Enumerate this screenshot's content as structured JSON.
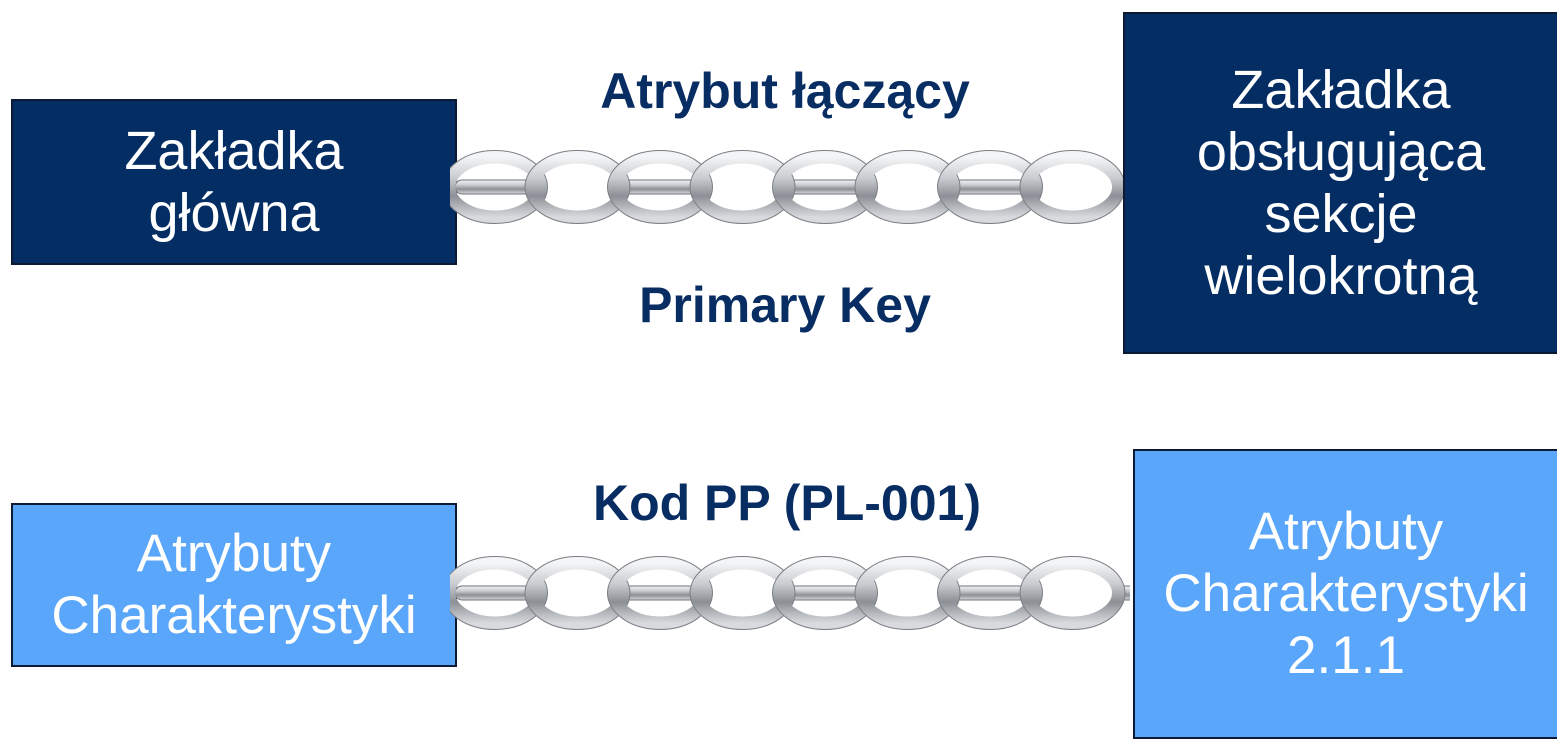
{
  "colors": {
    "dark_box": "#032d63",
    "light_box": "#5aa6fa",
    "label_text": "#082d63",
    "box_text": "#ffffff",
    "chain_metal": "#b8bcc2"
  },
  "top_row": {
    "left_box": "Zakładka\ngłówna",
    "right_box": "Zakładka\nobsługująca\nsekcje\nwielokrotną",
    "label_above": "Atrybut łączący",
    "label_below": "Primary Key",
    "connector_icon": "chain-icon"
  },
  "bottom_row": {
    "left_box": "Atrybuty\nCharakterystyki",
    "right_box": "Atrybuty\nCharakterystyki\n2.1.1",
    "label_above": "Kod PP (PL-001)",
    "connector_icon": "chain-icon"
  }
}
